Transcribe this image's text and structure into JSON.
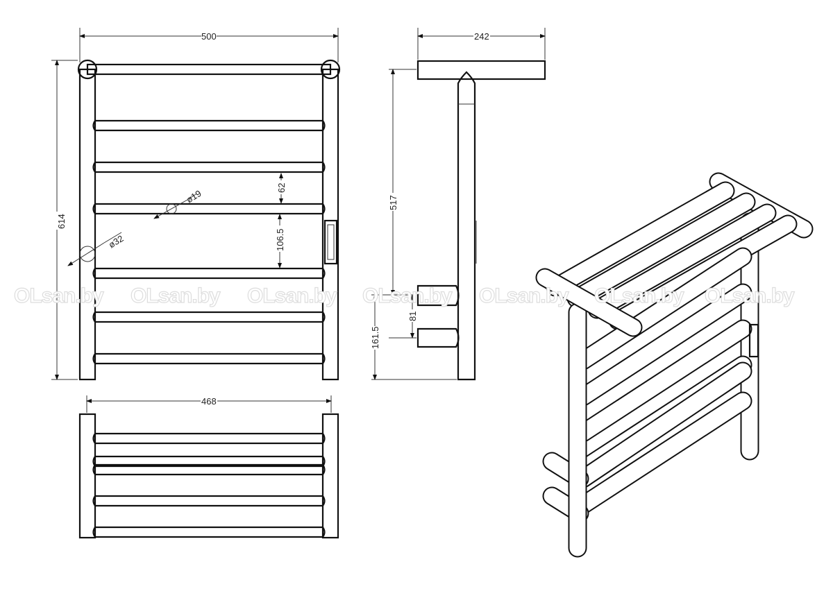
{
  "dimensions": {
    "width_total": "500",
    "height_total": "614",
    "rung_spacing": "62",
    "rung_diameter": "ø19",
    "post_diameter": "ø32",
    "rung_gap_large": "106.5",
    "depth_top": "242",
    "side_height": "517",
    "hook_spacing": "81",
    "hook_height": "161.5",
    "bottom_width": "468"
  },
  "watermark": "OLsan.by",
  "colors": {
    "line": "#111111",
    "watermark": "#dddddd"
  }
}
